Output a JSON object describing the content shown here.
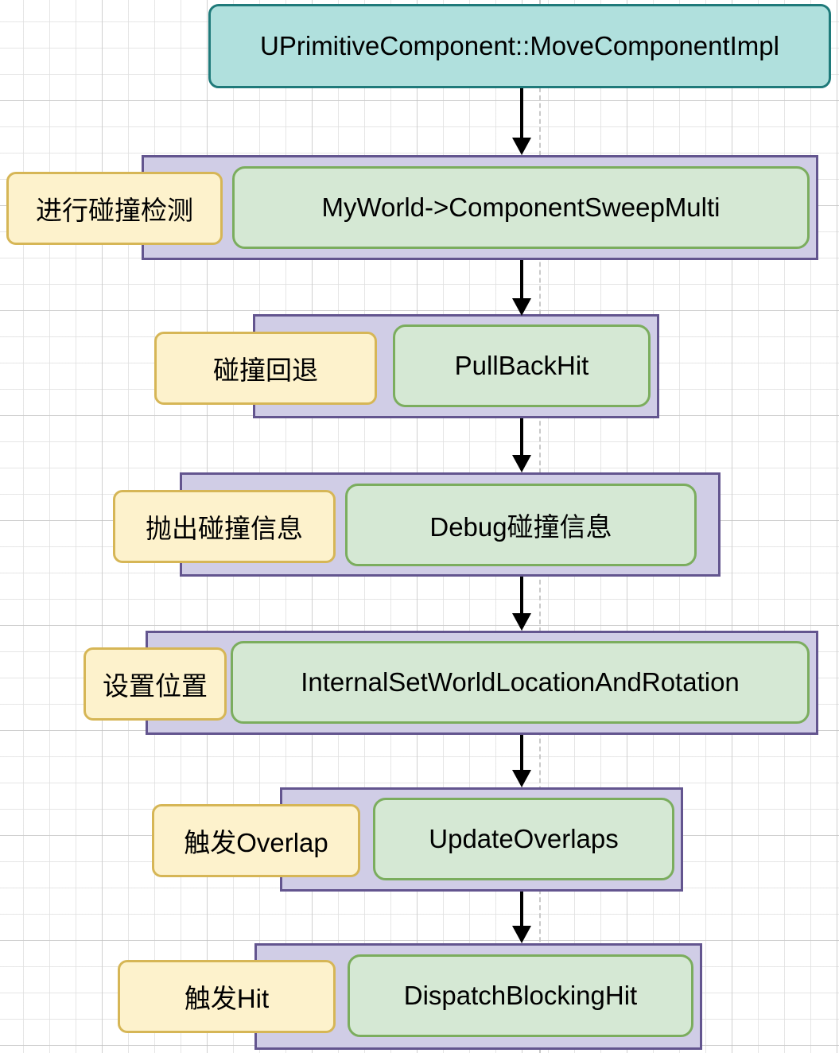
{
  "diagram": {
    "title_node": {
      "label": "UPrimitiveComponent::MoveComponentImpl",
      "fill": "#b0e0dd",
      "stroke": "#1f7a7a"
    },
    "colors": {
      "group_fill": "#d0cde6",
      "group_stroke": "#63558f",
      "node_fill": "#d5e8d4",
      "node_stroke": "#7bad5e",
      "note_fill": "#fdf2cc",
      "note_stroke": "#d6b656",
      "arrow": "#000000",
      "grid": "#e1e1e1",
      "guide": "#c9c9c9",
      "background": "#ffffff"
    },
    "steps": [
      {
        "note": "进行碰撞检测",
        "node": "MyWorld->ComponentSweepMulti"
      },
      {
        "note": "碰撞回退",
        "node": "PullBackHit"
      },
      {
        "note": "抛出碰撞信息",
        "node": "Debug碰撞信息"
      },
      {
        "note": "设置位置",
        "node": "InternalSetWorldLocationAndRotation"
      },
      {
        "note": "触发Overlap",
        "node": "UpdateOverlaps"
      },
      {
        "note": "触发Hit",
        "node": "DispatchBlockingHit"
      }
    ]
  }
}
